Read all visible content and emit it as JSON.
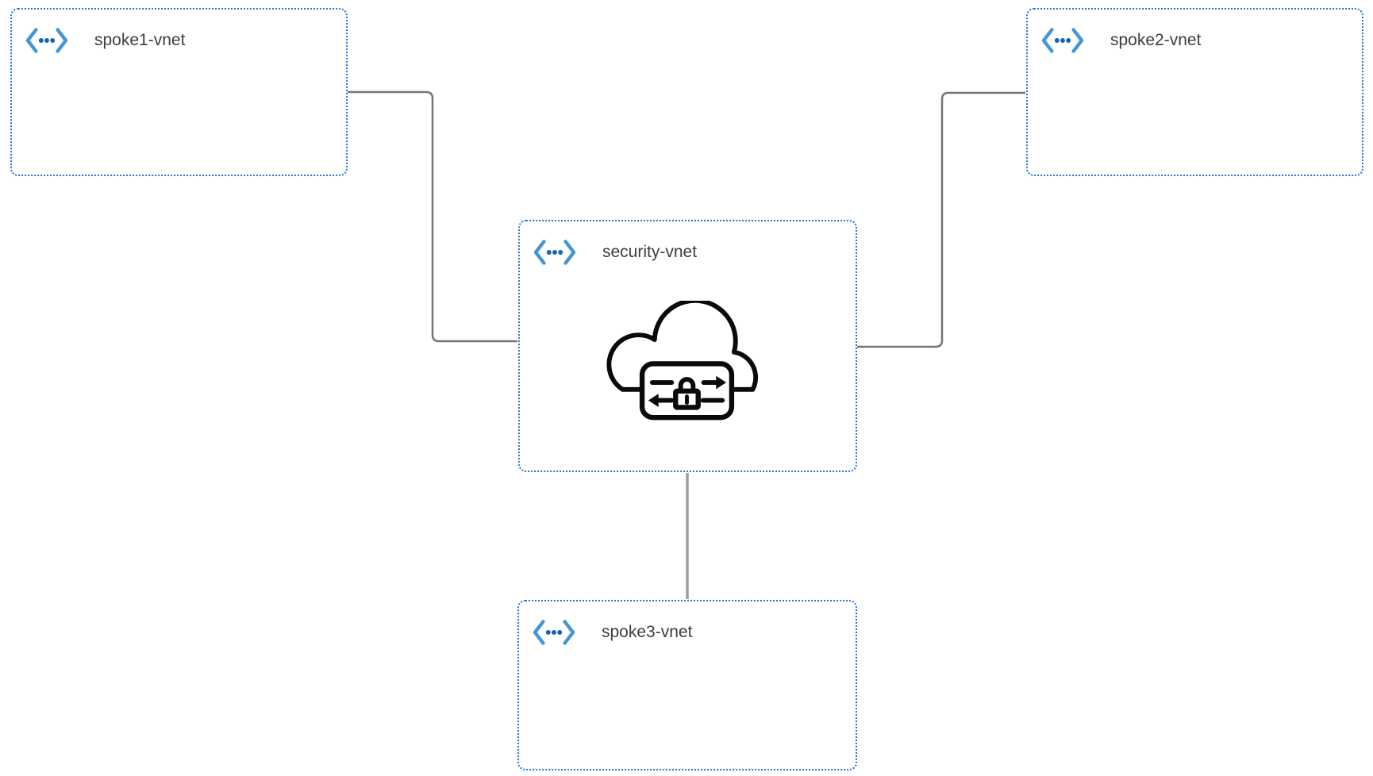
{
  "diagram": {
    "type": "hub-and-spoke-network",
    "nodes": [
      {
        "id": "spoke1-vnet",
        "label": "spoke1-vnet",
        "icon": "virtual-network-icon"
      },
      {
        "id": "spoke2-vnet",
        "label": "spoke2-vnet",
        "icon": "virtual-network-icon"
      },
      {
        "id": "security-vnet",
        "label": "security-vnet",
        "icon": "virtual-network-icon",
        "body_icon": "cloud-security-lock-icon"
      },
      {
        "id": "spoke3-vnet",
        "label": "spoke3-vnet",
        "icon": "virtual-network-icon"
      }
    ],
    "edges": [
      {
        "from": "spoke1-vnet",
        "to": "security-vnet"
      },
      {
        "from": "security-vnet",
        "to": "spoke2-vnet"
      },
      {
        "from": "security-vnet",
        "to": "spoke3-vnet"
      }
    ]
  },
  "colors": {
    "canvas-bg": "#ffffff",
    "box-border": "#1f75d4",
    "chevron-blue": "#4596d2",
    "dot-blue": "#1565b0",
    "connector-gray": "#757575",
    "connector-gray-light": "#9e9e9e",
    "label-text": "#3d3d3d",
    "icon-black": "#0a0a0a"
  }
}
